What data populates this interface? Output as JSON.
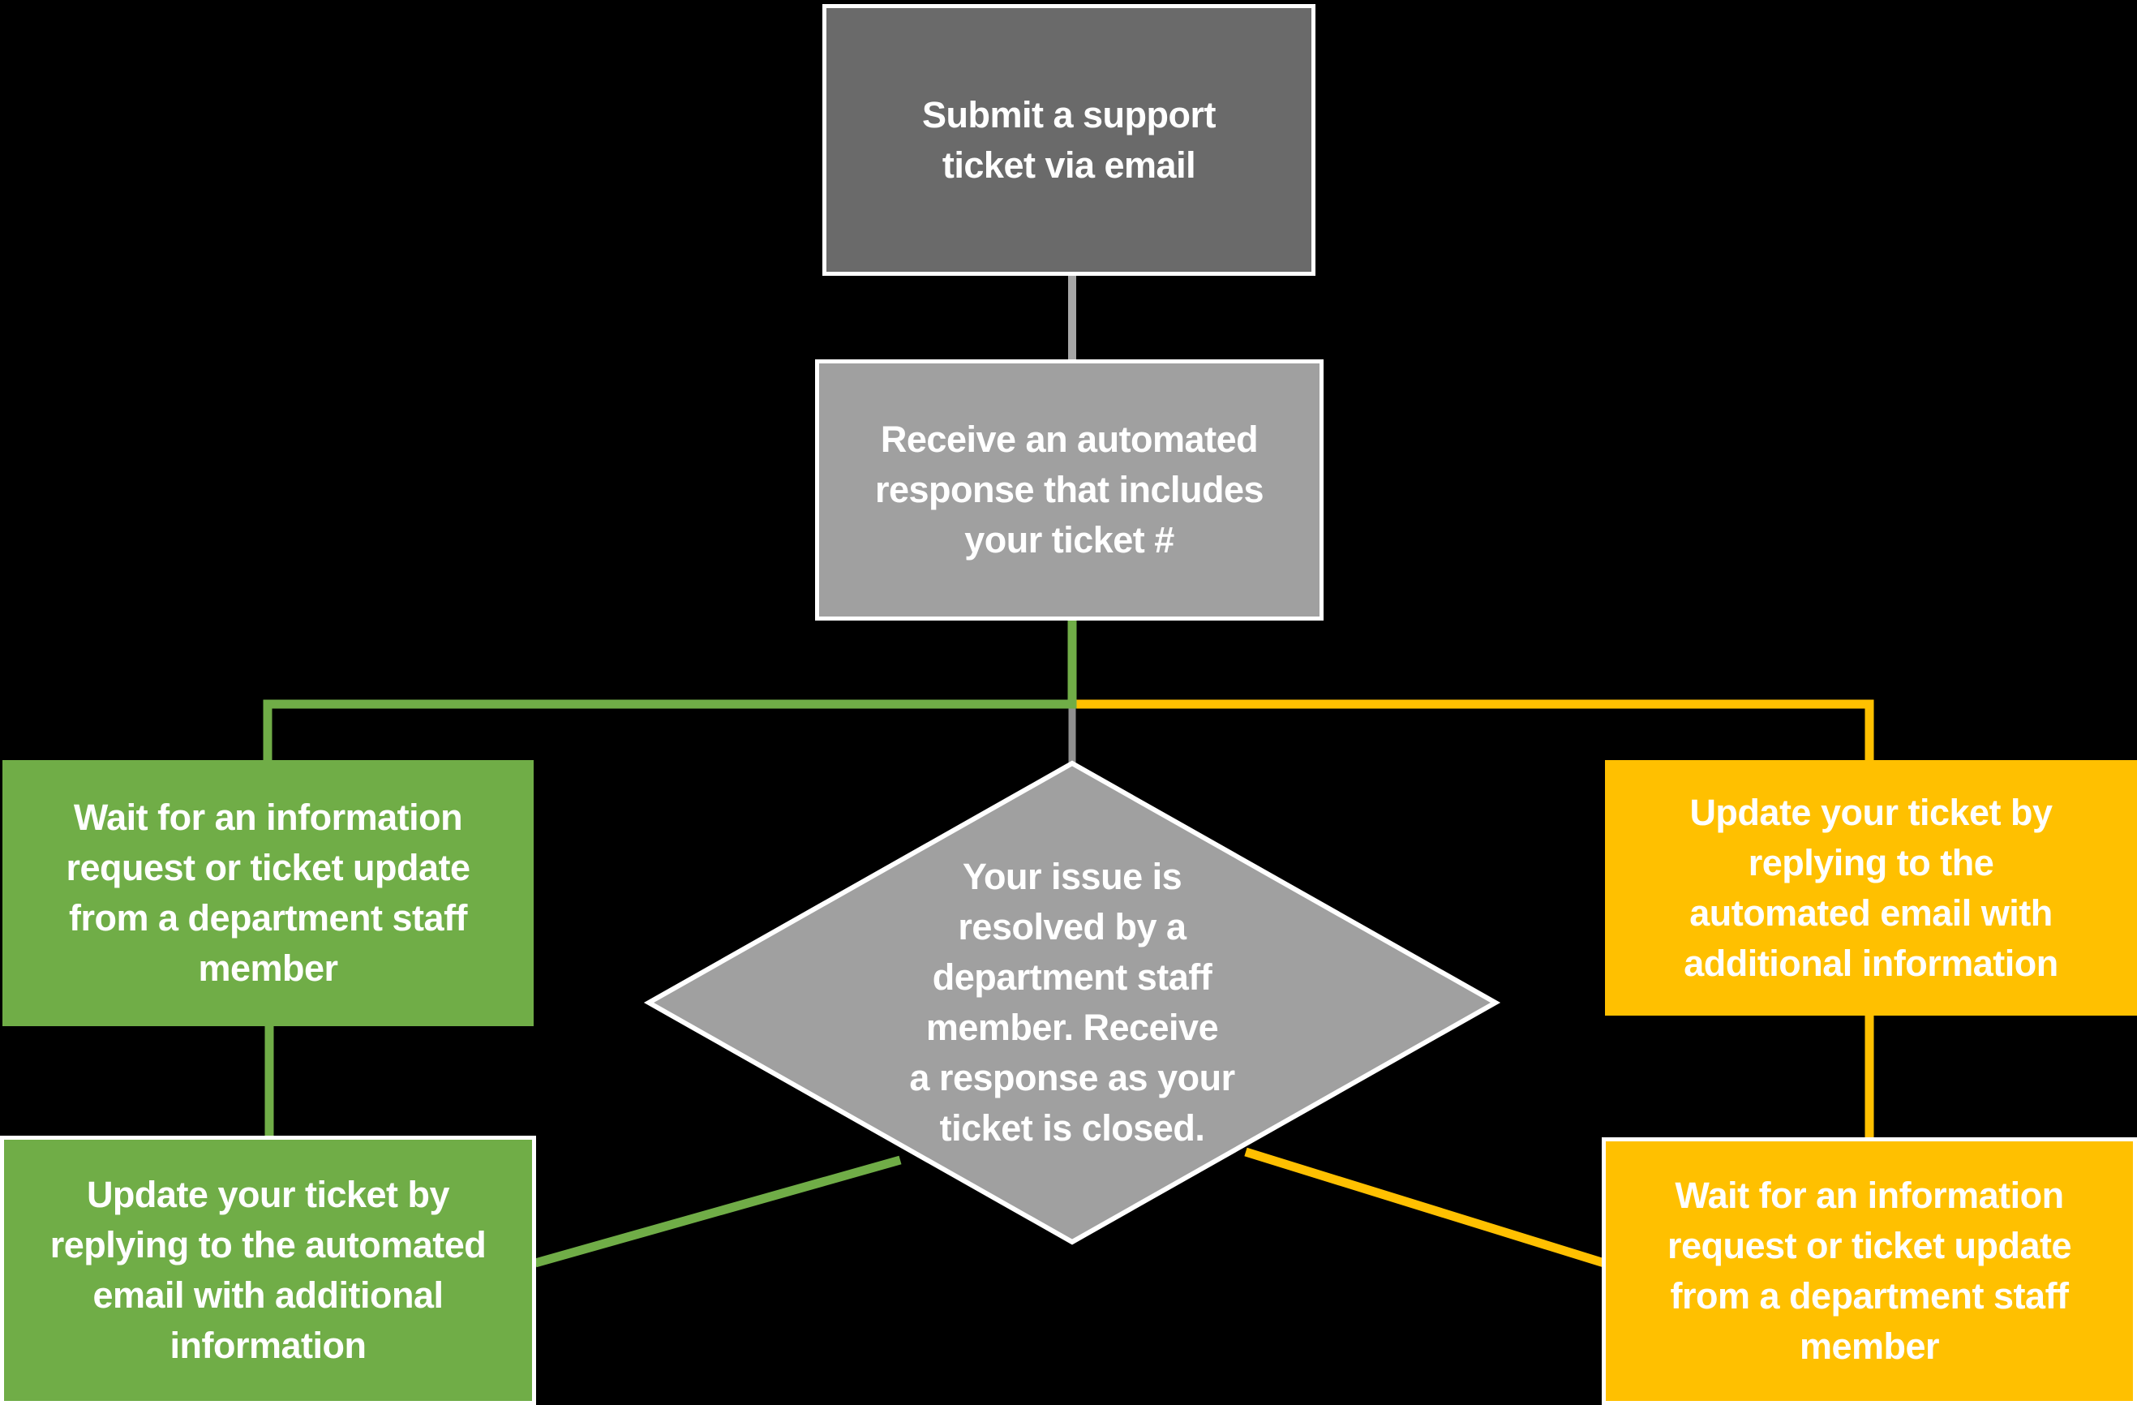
{
  "colors": {
    "bg": "#000000",
    "dark_gray_box": "#6a6a6a",
    "gray_box": "#a0a0a0",
    "green": "#70ad47",
    "yellow": "#ffc000",
    "connector_gray_light": "#a6a6a6",
    "connector_gray": "#8f8f8f",
    "border_white": "#ffffff",
    "text_white": "#ffffff"
  },
  "nodes": {
    "submit": {
      "label": "Submit a support\nticket via email"
    },
    "receive": {
      "label": "Receive an automated\nresponse that includes\nyour ticket #"
    },
    "resolved": {
      "label": "Your issue is\nresolved by a\ndepartment staff\nmember. Receive\na response as your\nticket is closed."
    },
    "wait_green": {
      "label": "Wait for an information\nrequest or ticket update\nfrom a department staff\nmember"
    },
    "update_green": {
      "label": "Update your ticket by\nreplying to the automated\nemail with additional\ninformation"
    },
    "update_yellow": {
      "label": "Update your ticket by\nreplying to the\nautomated email with\nadditional information"
    },
    "wait_yellow": {
      "label": "Wait for an information\nrequest or ticket update\nfrom a department staff\nmember"
    }
  }
}
